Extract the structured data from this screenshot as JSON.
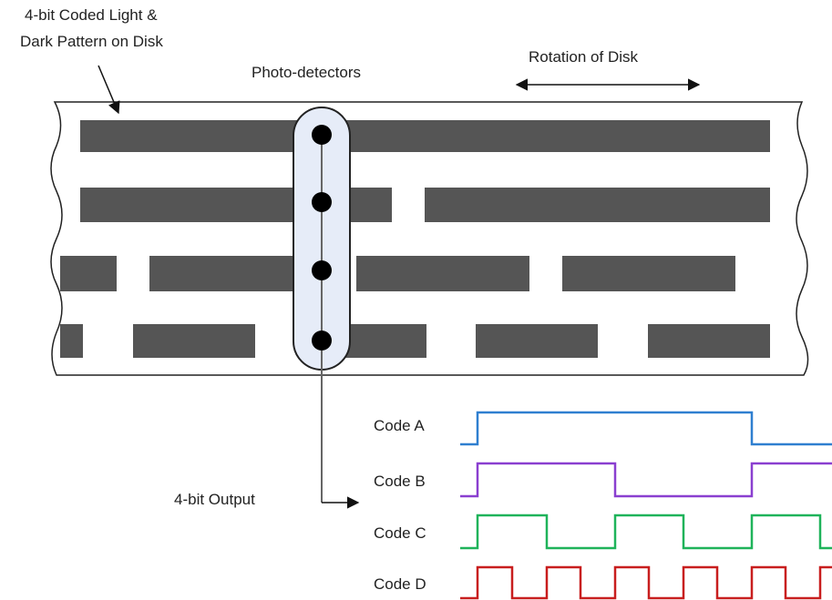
{
  "labels": {
    "pattern_line1": "4-bit Coded Light &",
    "pattern_line2": "Dark Pattern on Disk",
    "photodetectors": "Photo-detectors",
    "rotation": "Rotation of Disk",
    "output": "4-bit Output"
  },
  "codes": [
    {
      "name": "Code A",
      "color": "#2f7fd0"
    },
    {
      "name": "Code B",
      "color": "#8a3fd0"
    },
    {
      "name": "Code C",
      "color": "#1fb35a"
    },
    {
      "name": "Code D",
      "color": "#c81e1e"
    }
  ],
  "colors": {
    "bars": "#555555",
    "detector_fill": "#e6ecf8",
    "outline": "#222222"
  }
}
